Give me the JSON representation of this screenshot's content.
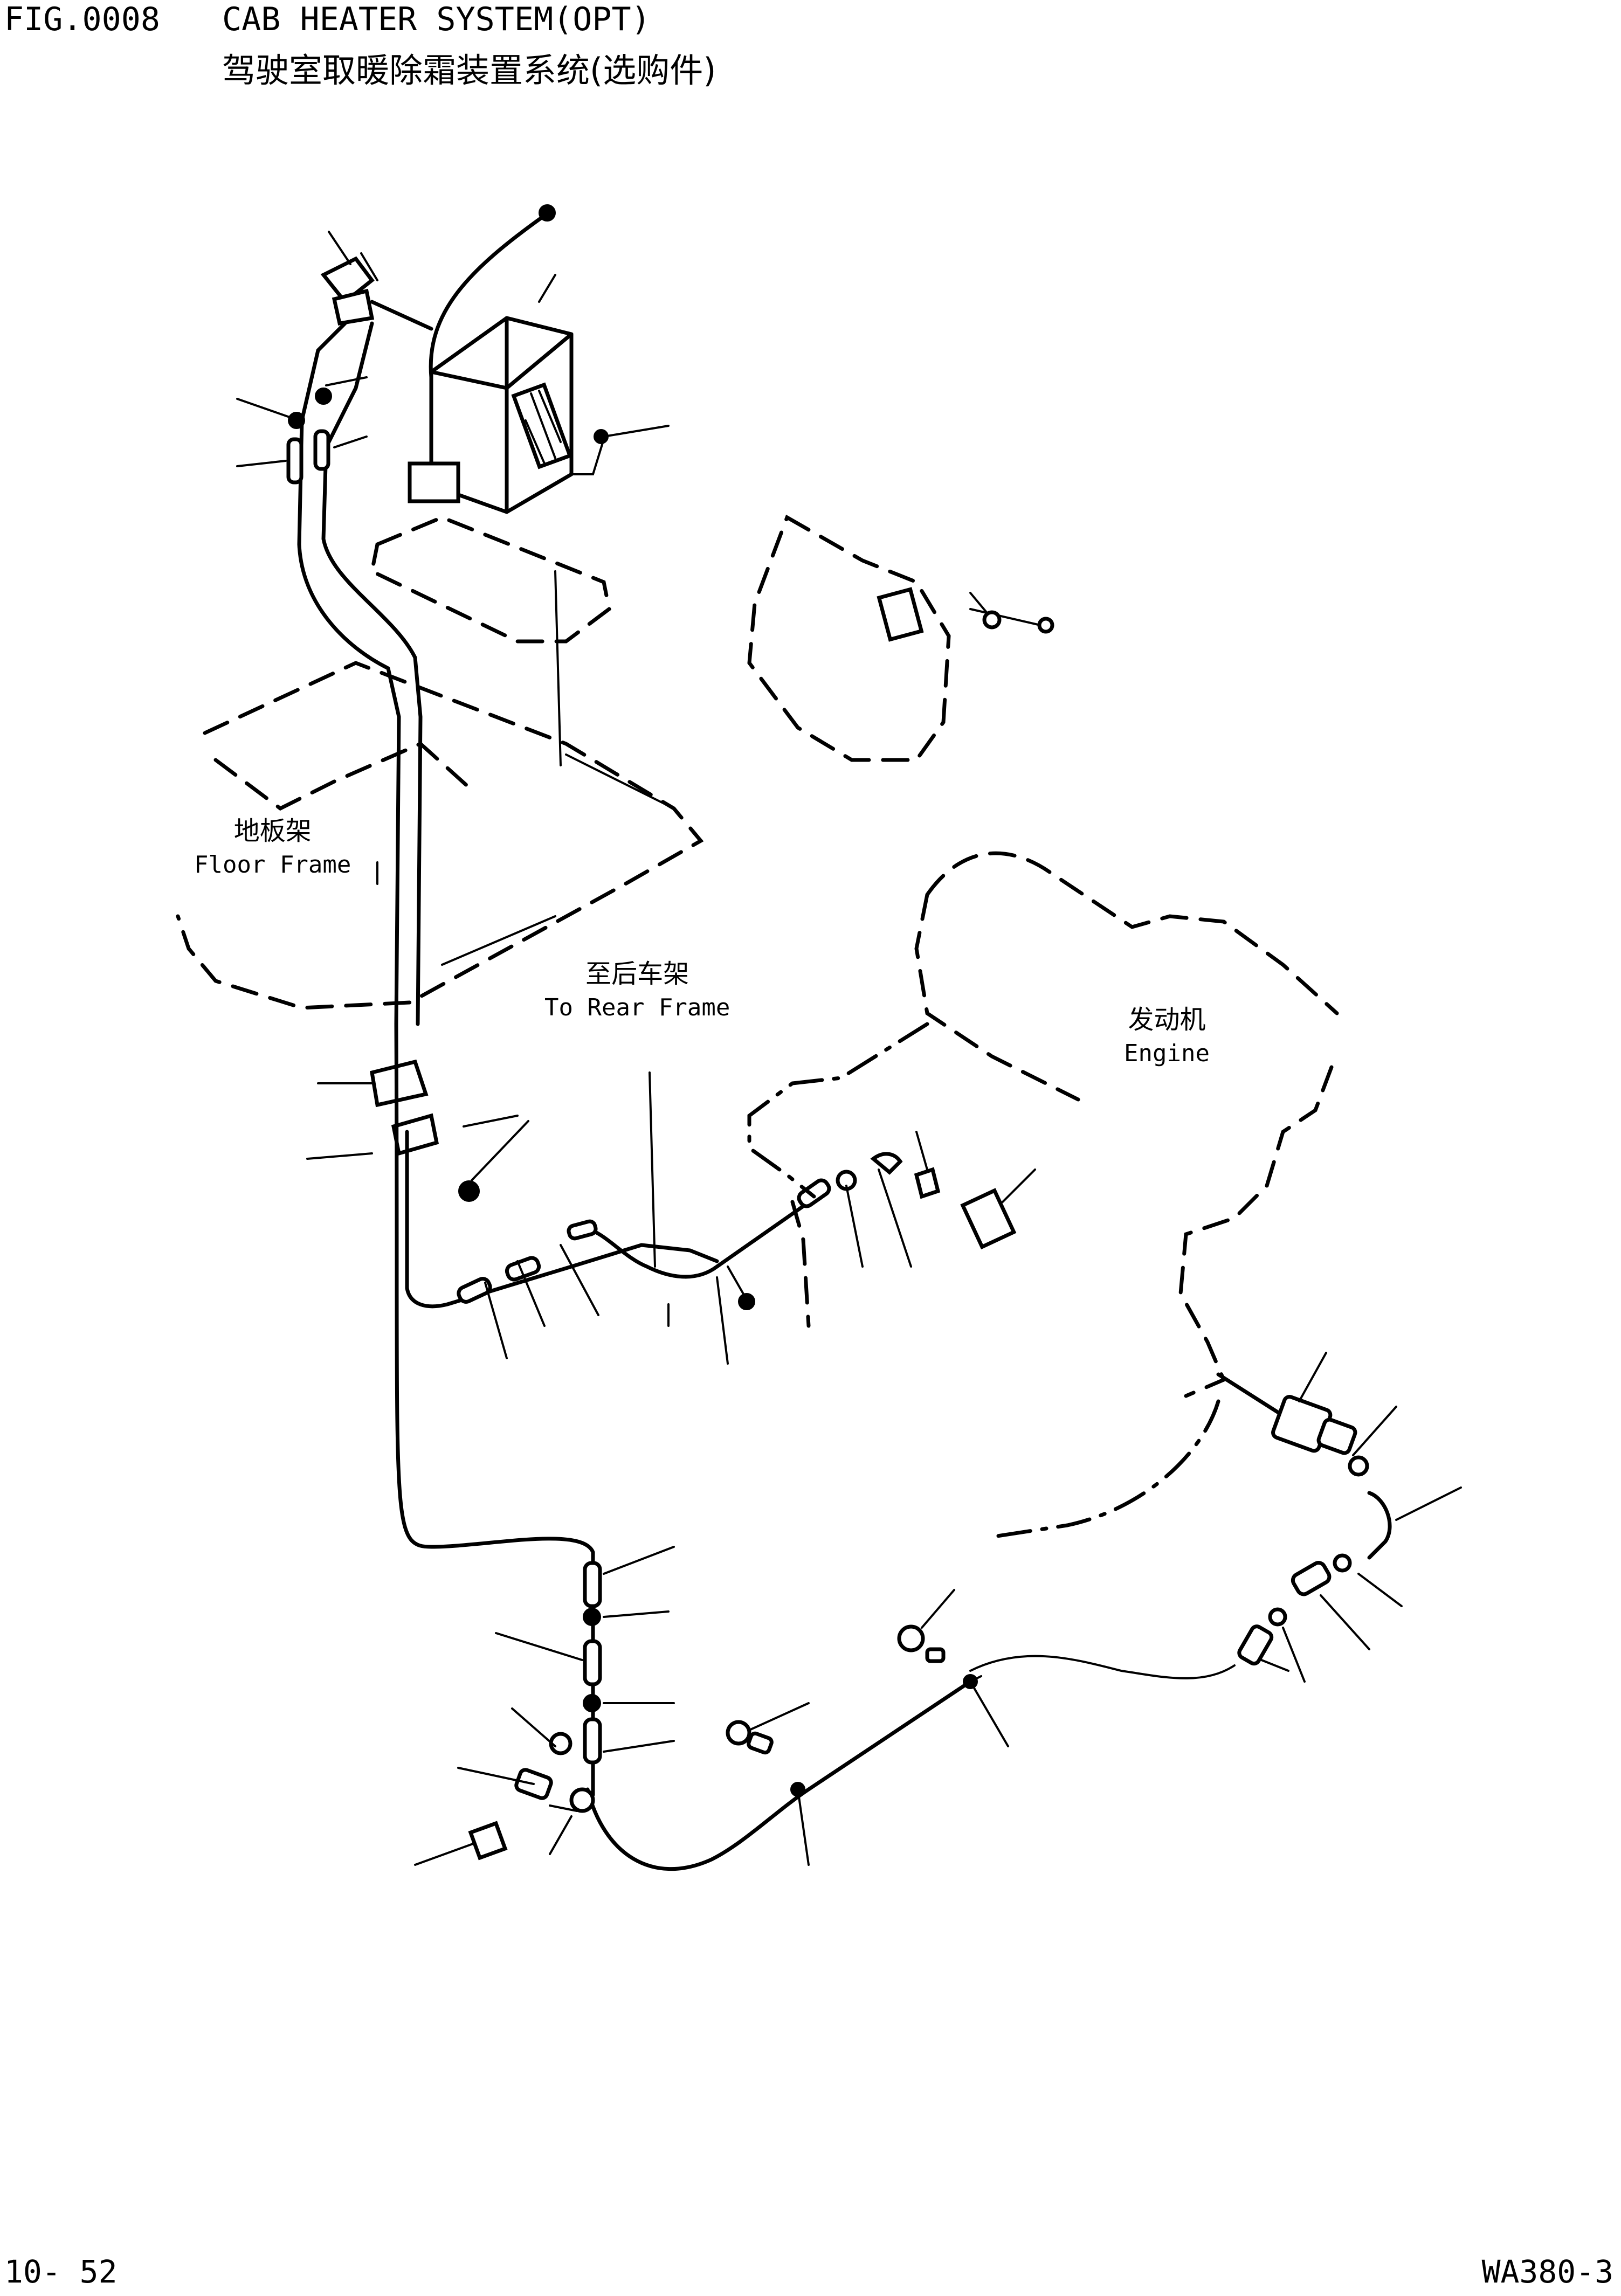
{
  "header": {
    "figure_number": "FIG.0008",
    "title_en": "CAB HEATER SYSTEM(OPT)",
    "title_zh": "驾驶室取暖除霜装置系统(选购件)"
  },
  "labels": {
    "floor_frame_zh": "地板架",
    "floor_frame_en": "Floor Frame",
    "rear_frame_zh": "至后车架",
    "rear_frame_en": "To Rear Frame",
    "engine_zh": "发动机",
    "engine_en": "Engine"
  },
  "footer": {
    "page_number": "10- 52",
    "model": "WA380-3"
  }
}
